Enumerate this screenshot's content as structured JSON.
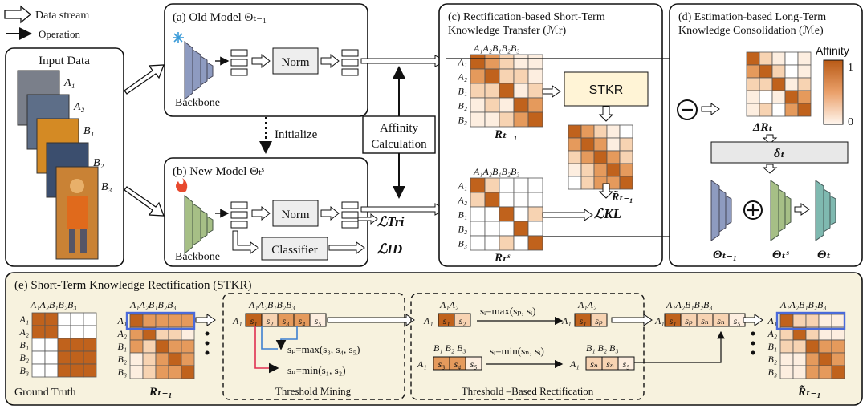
{
  "legend": {
    "data_stream": "Data stream",
    "operation": "Operation"
  },
  "input": {
    "title": "Input Data",
    "labels": [
      "A₁",
      "A₂",
      "B₁",
      "B₂",
      "B₃"
    ]
  },
  "old_model": {
    "title": "(a) Old Model Θₜ₋₁",
    "backbone": "Backbone",
    "norm": "Norm"
  },
  "new_model": {
    "title": "(b) New Model Θₜˢ",
    "backbone": "Backbone",
    "norm": "Norm",
    "classifier": "Classifier"
  },
  "initialize": "Initialize",
  "affinity_calc": [
    "Affinity",
    "Calculation"
  ],
  "losses": {
    "tri": "ℒTri",
    "id": "ℒID",
    "kl": "ℒKL"
  },
  "panel_c": {
    "title_1": "(c) Rectification-based Short-Term",
    "title_2": "Knowledge Transfer (ℳr)",
    "matrix_old_label": "Rₜ₋₁",
    "matrix_new_label": "Rₜˢ",
    "stkr": "STKR",
    "rect_label": "R̃ₜ₋₁",
    "col_headers": [
      "A₁",
      "A₂",
      "B₁",
      "B₂",
      "B₃"
    ],
    "row_labels": [
      "A₁",
      "A₂",
      "B₁",
      "B₂",
      "B₃"
    ]
  },
  "panel_d": {
    "title_1": "(d) Estimation-based Long-Term",
    "title_2": "Knowledge Consolidation (ℳe)",
    "delta_r": "ΔRₜ",
    "delta_t": "δₜ",
    "affinity": "Affinity",
    "scale_max": "1",
    "scale_min": "0",
    "theta_old": "Θₜ₋₁",
    "theta_new": "Θₜˢ",
    "theta": "Θₜ"
  },
  "panel_e": {
    "title": "(e) Short-Term Knowledge Rectification (STKR)",
    "ground_truth": "Ground Truth",
    "r_old": "Rₜ₋₁",
    "r_rect": "R̃ₜ₋₁",
    "threshold_mining": "Threshold Mining",
    "threshold_rect": "Threshold –Based Rectification",
    "sp_formula": "sₚ=max(s₃, s₄, s₅)",
    "sn_formula": "sₙ=min(s₁, s₂)",
    "si_max": "sᵢ=max(sₚ, sᵢ)",
    "si_min": "sᵢ=min(sₙ, sᵢ)",
    "s_labels": [
      "s₁",
      "s₂",
      "s₃",
      "s₄",
      "s₅"
    ],
    "sp": "sₚ",
    "sn": "sₙ",
    "row_a1": "A₁",
    "header_a": "A₁A₂",
    "header_b": "B₁ B₂ B₃",
    "header_all": "A₁A₂B₁B₂B₃",
    "header_row": "A₁A₂B₁B₂B₃"
  },
  "colors": {
    "dark": "#c0621c",
    "mid": "#e59a5c",
    "light": "#f7d3b2",
    "pale": "#fdeee0",
    "red": "#e03050",
    "blue": "#4a90d9",
    "box": "#f2f2f2"
  }
}
